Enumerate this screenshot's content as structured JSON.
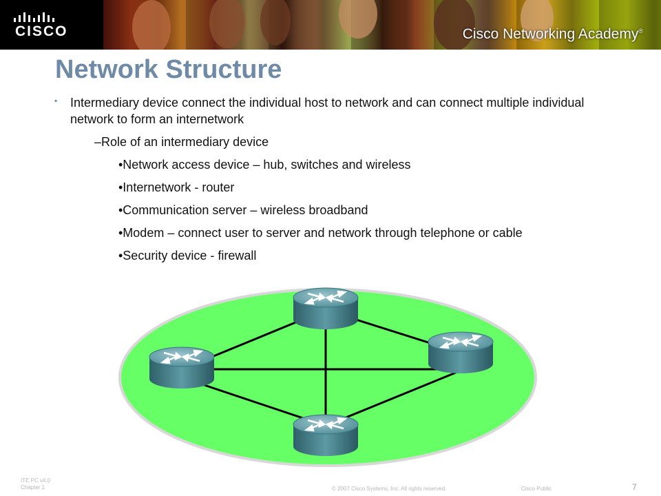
{
  "header": {
    "logo_text": "CISCO",
    "academy_text": "Cisco Networking Academy",
    "academy_mark": "®"
  },
  "slide": {
    "title": "Network Structure",
    "bullet_marker": "▪",
    "bullet1": "Intermediary device connect the individual host to network and can connect multiple individual network to form an internetwork",
    "sub_bullet": "–Role of an intermediary device",
    "sub_items": [
      "•Network access device – hub, switches and wireless",
      "•Internetwork - router",
      "•Communication server – wireless broadband",
      "•Modem – connect user to server and network through telephone or cable",
      "•Security device - firewall"
    ]
  },
  "diagram": {
    "ellipse_color": "#66ff66",
    "router_color": "#3d7a84",
    "routers": [
      "router",
      "router",
      "router",
      "router"
    ]
  },
  "footer": {
    "course": "ITE PC v4.0",
    "chapter": "Chapter 1",
    "copyright": "© 2007 Cisco Systems, Inc. All rights reserved.",
    "classification": "Cisco Public",
    "page_number": "7"
  }
}
